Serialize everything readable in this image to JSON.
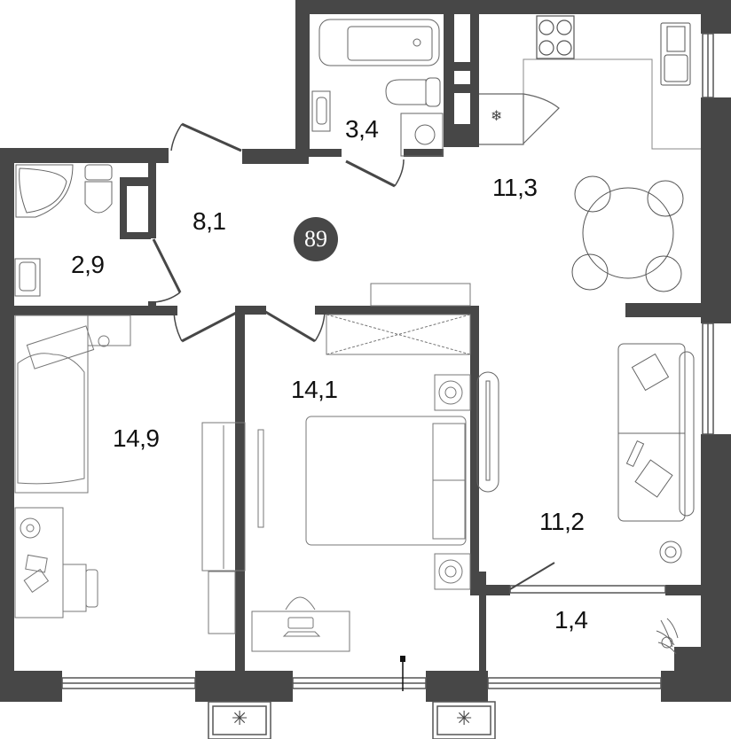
{
  "plan": {
    "unit_number": "89",
    "colors": {
      "wall": "#474747",
      "line": "#555555",
      "furniture": "#6e6e6e",
      "background": "#ffffff"
    },
    "rooms": [
      {
        "id": "bathroom-1",
        "area": "3,4",
        "type": "bathroom"
      },
      {
        "id": "kitchen",
        "area": "11,3",
        "type": "kitchen-dining"
      },
      {
        "id": "hallway",
        "area": "8,1",
        "type": "hallway"
      },
      {
        "id": "bathroom-2",
        "area": "2,9",
        "type": "bathroom"
      },
      {
        "id": "bedroom-1",
        "area": "14,9",
        "type": "bedroom"
      },
      {
        "id": "bedroom-2",
        "area": "14,1",
        "type": "bedroom"
      },
      {
        "id": "living-room",
        "area": "11,2",
        "type": "living-room"
      },
      {
        "id": "balcony",
        "area": "1,4",
        "type": "balcony"
      }
    ],
    "ac_units": [
      {
        "symbol": "✳"
      },
      {
        "symbol": "✳"
      }
    ],
    "fridge_symbol": "❄"
  }
}
